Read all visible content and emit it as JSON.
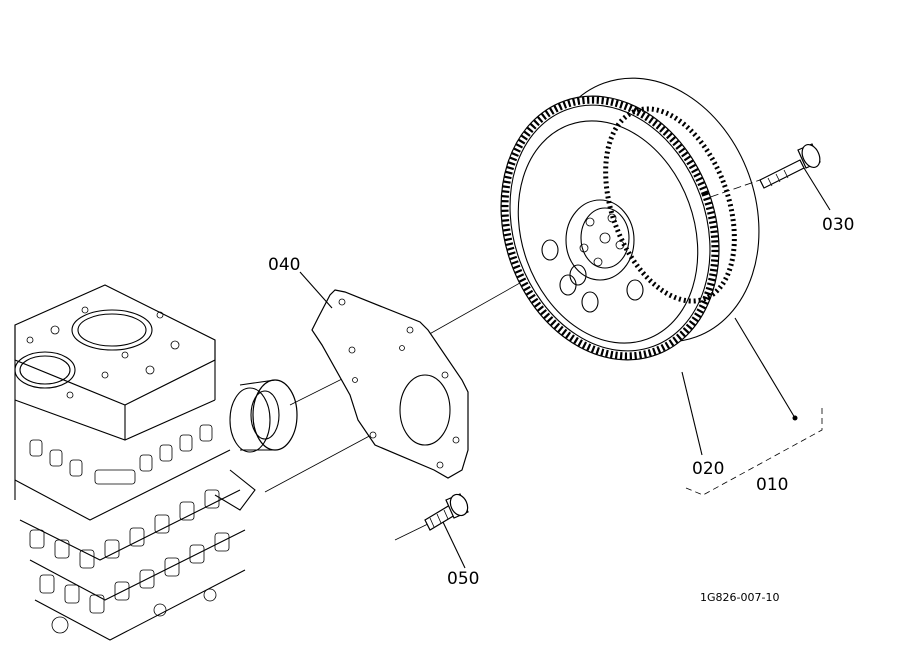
{
  "labels": {
    "flywheel_assembly": "010",
    "flywheel": "020",
    "flywheel_bolt": "030",
    "back_end_plate": "040",
    "plate_bolt": "050"
  },
  "drawing_code": "1G826-007-10",
  "icons": {
    "engine_block": "engine-block-drawing",
    "flywheel": "flywheel-drawing",
    "ring_gear": "ring-gear-teeth",
    "plate": "back-end-plate-drawing",
    "bolt_030": "flange-bolt-drawing",
    "bolt_050": "flange-bolt-drawing"
  }
}
